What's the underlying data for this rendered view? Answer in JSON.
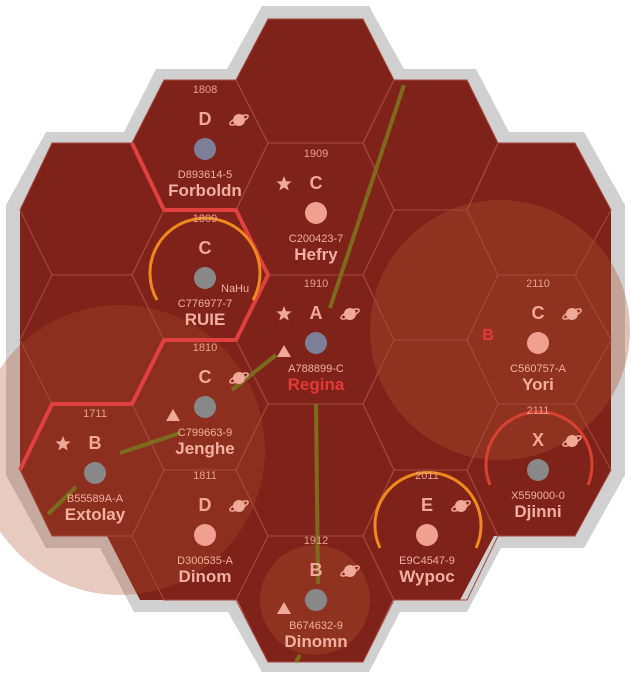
{
  "colors": {
    "outer_rim": "#d0d0d0",
    "hex_fill": "#7f2219",
    "hex_line": "#a5493e",
    "text": "#f2b0a0",
    "capital": "#e53935",
    "border": "#e04040",
    "route": "#7d6b1c",
    "amber_zone": "#ef8a1c",
    "red_zone": "#d8402f"
  },
  "worlds": [
    {
      "hex": "1808",
      "starport": "D",
      "uwp": "D893614-5",
      "name": "Forboldn",
      "planet_color": "#7d7f99",
      "gas_giant": true
    },
    {
      "hex": "1909",
      "starport": "C",
      "uwp": "C200423-7",
      "name": "Hefry",
      "planet_color": "#f0a090",
      "naval_base": true
    },
    {
      "hex": "1809",
      "starport": "C",
      "uwp": "C776977-7",
      "name": "RUIE",
      "planet_color": "#888888",
      "remark": "NaHu",
      "zone": "amber"
    },
    {
      "hex": "1910",
      "starport": "A",
      "uwp": "A788899-C",
      "name": "Regina",
      "planet_color": "#7d7f99",
      "capital": true,
      "gas_giant": true,
      "naval_base": true,
      "scout_base": true
    },
    {
      "hex": "2110",
      "starport": "C",
      "uwp": "C560757-A",
      "name": "Yori",
      "planet_color": "#f0a090",
      "gas_giant": true,
      "base_letter": "B"
    },
    {
      "hex": "1810",
      "starport": "C",
      "uwp": "C799663-9",
      "name": "Jenghe",
      "planet_color": "#888888",
      "gas_giant": true,
      "scout_base": true
    },
    {
      "hex": "1711",
      "starport": "B",
      "uwp": "B55589A-A",
      "name": "Extolay",
      "planet_color": "#888888",
      "naval_base": true
    },
    {
      "hex": "2111",
      "starport": "X",
      "uwp": "X559000-0",
      "name": "Djinni",
      "planet_color": "#888888",
      "gas_giant": true,
      "zone": "red"
    },
    {
      "hex": "1811",
      "starport": "D",
      "uwp": "D300535-A",
      "name": "Dinom",
      "planet_color": "#f0a090",
      "gas_giant": true
    },
    {
      "hex": "2011",
      "starport": "E",
      "uwp": "E9C4547-9",
      "name": "Wypoc",
      "planet_color": "#f0a090",
      "gas_giant": true,
      "zone": "amber"
    },
    {
      "hex": "1912",
      "starport": "B",
      "uwp": "B674632-9",
      "name": "Dinomn",
      "planet_color": "#888888",
      "gas_giant": true,
      "scout_base": true
    }
  ]
}
